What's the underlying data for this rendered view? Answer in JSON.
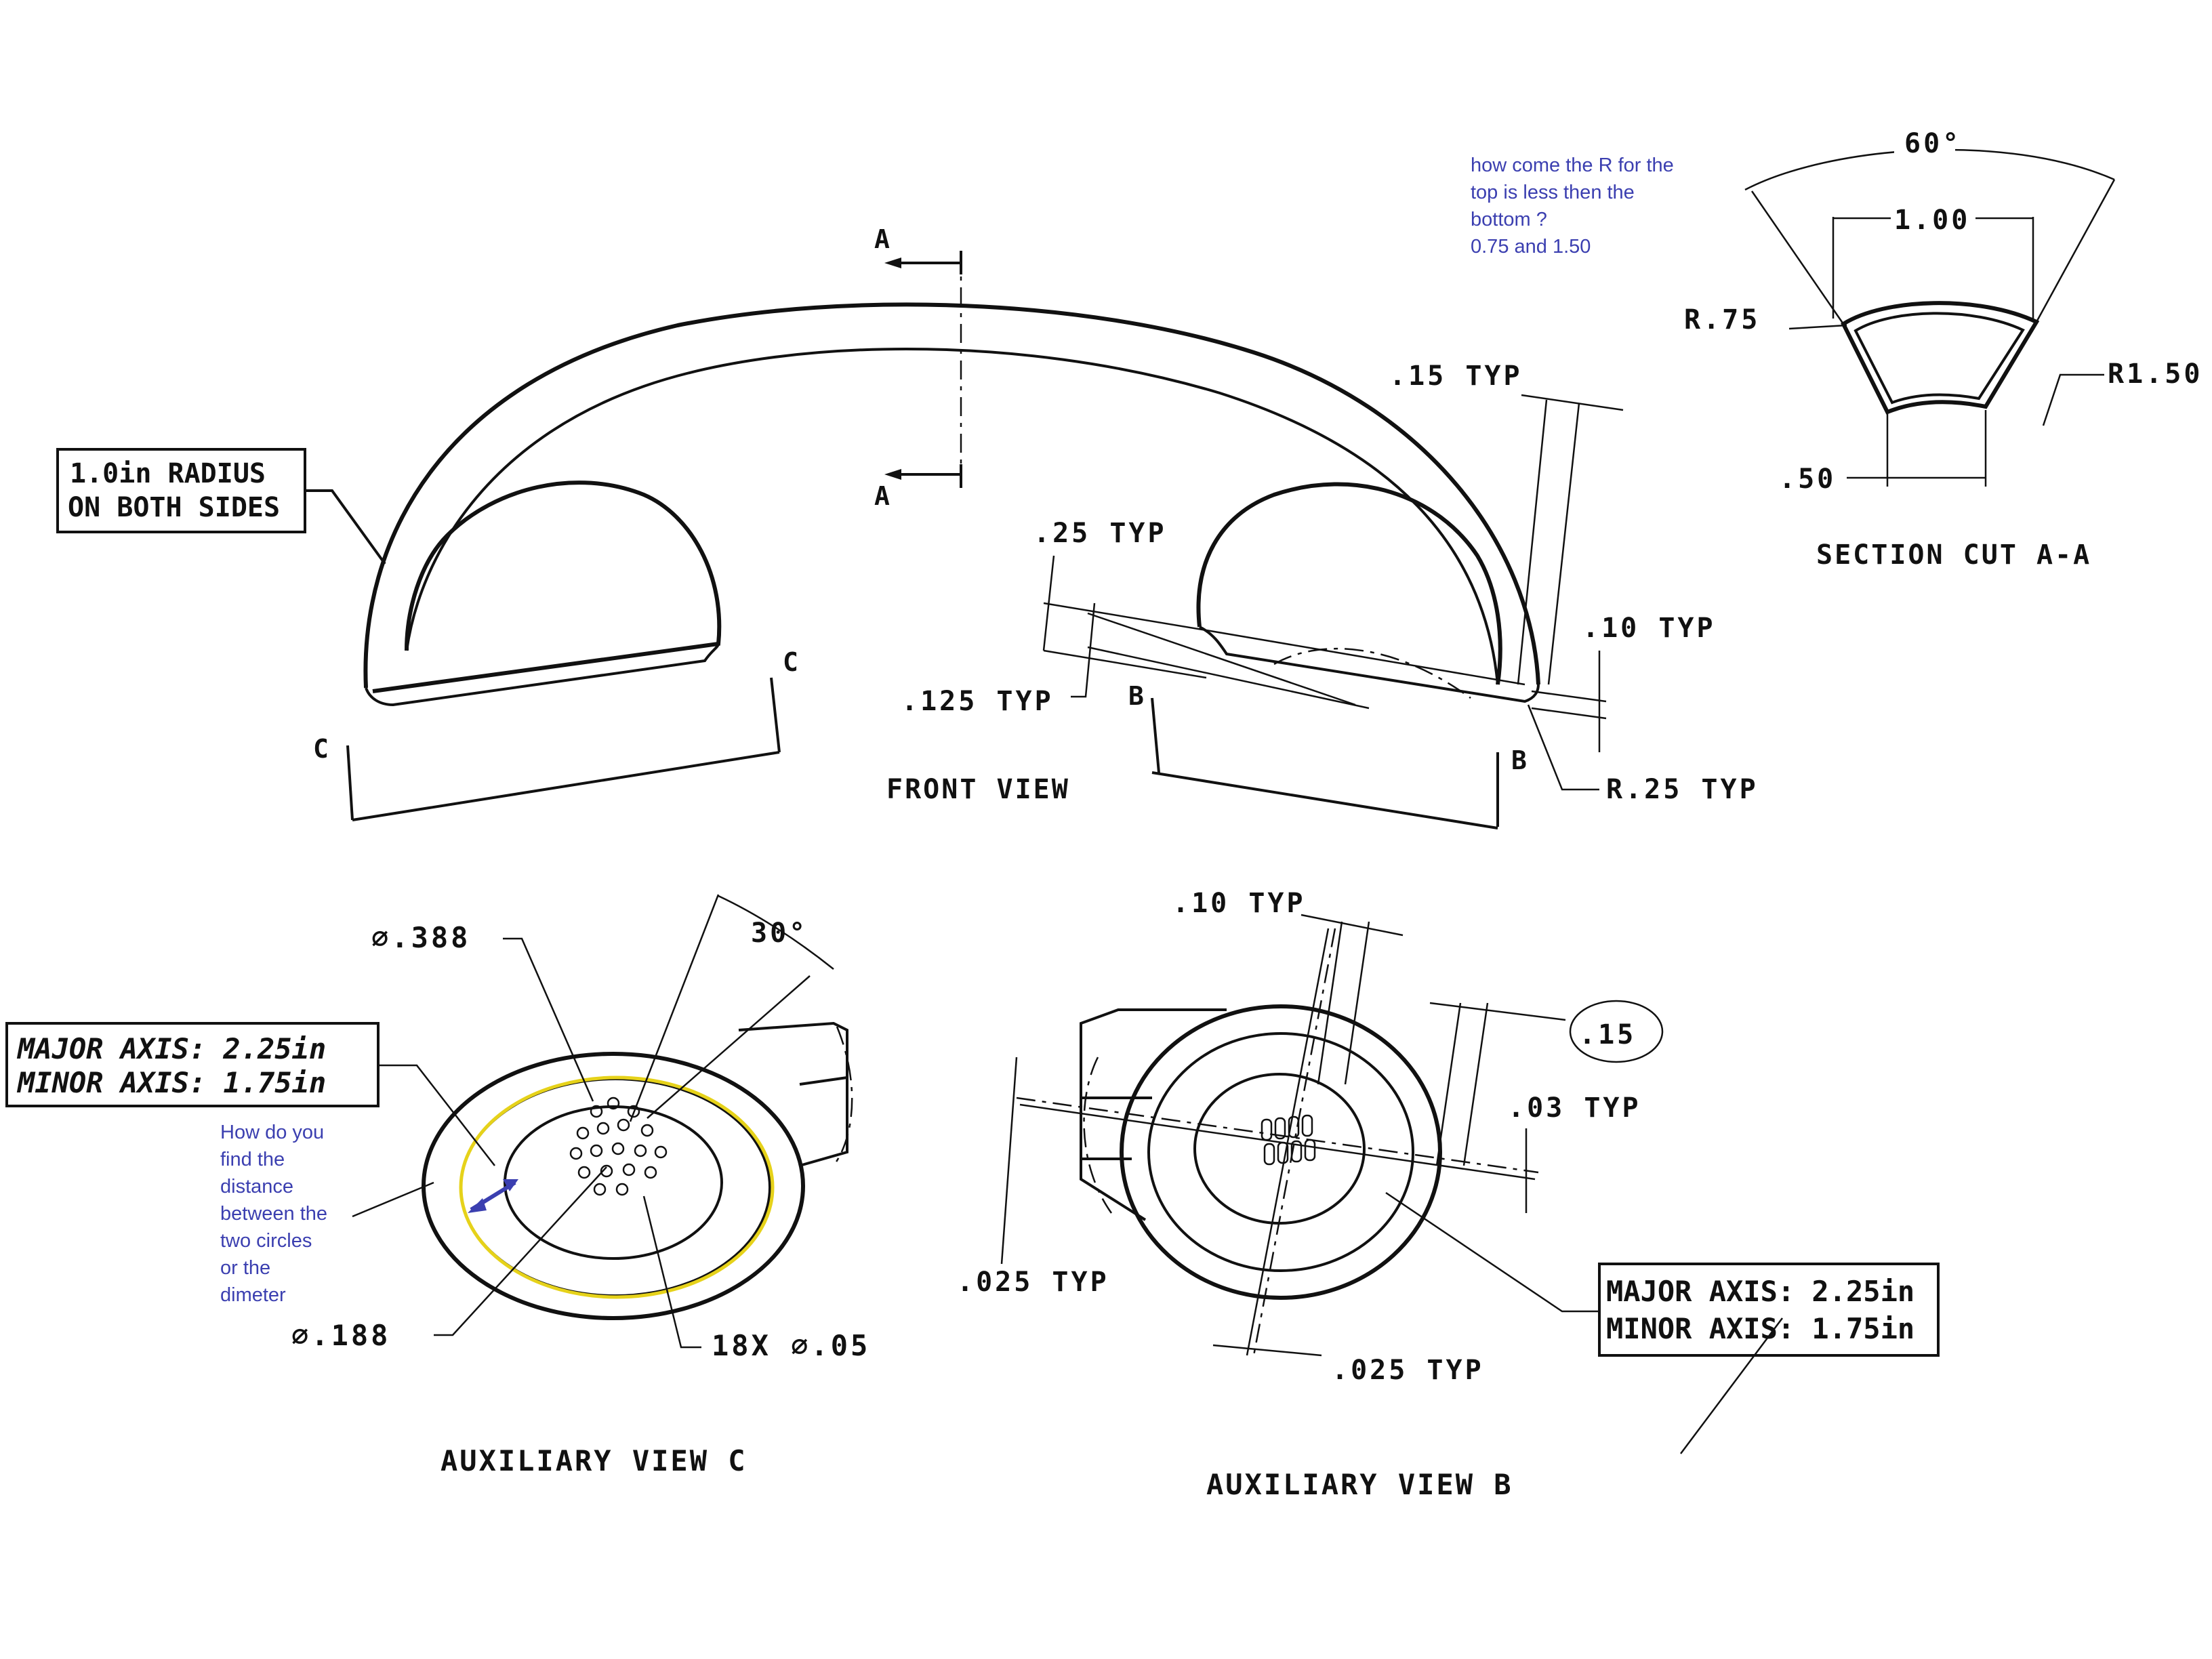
{
  "question_top": [
    "how come the R for the",
    "top is less then the",
    "bottom ?",
    "0.75 and 1.50"
  ],
  "question_side": [
    "How do you",
    "find the",
    "distance",
    "between the",
    "two circles",
    "or the",
    "dimeter"
  ],
  "note_radius": [
    "1.0in RADIUS",
    "ON BOTH SIDES"
  ],
  "ellipse_note_c": [
    "MAJOR AXIS: 2.25in",
    "MINOR AXIS: 1.75in"
  ],
  "ellipse_note_b": [
    "MAJOR AXIS: 2.25in",
    "MINOR AXIS: 1.75in"
  ],
  "front": {
    "section_a_top": "A",
    "section_a_bottom": "A",
    "dim_15_typ": ".15 TYP",
    "dim_25_typ": ".25 TYP",
    "dim_125_typ": ".125 TYP",
    "dim_10_typ": ".10 TYP",
    "r25_typ": "R.25 TYP",
    "b_left": "B",
    "b_right": "B",
    "c_left": "C",
    "c_right": "C",
    "title": "FRONT VIEW"
  },
  "section": {
    "angle": "60°",
    "width_top": "1.00",
    "r_top": "R.75",
    "r_bottom": "R1.50",
    "width_bottom": ".50",
    "title": "SECTION CUT A-A"
  },
  "aux_c": {
    "dia_388": "∅.388",
    "angle_30": "30°",
    "dia_188": "∅.188",
    "holes": "18X ∅.05",
    "title": "AUXILIARY VIEW C"
  },
  "aux_b": {
    "dim_10_typ": ".10 TYP",
    "dim_15": ".15",
    "dim_03_typ": ".03 TYP",
    "dim_025_typ_left": ".025 TYP",
    "dim_025_typ_bottom": ".025 TYP",
    "title": "AUXILIARY VIEW B"
  },
  "colors": {
    "ink": "#111111",
    "note": "#3b3fb0",
    "highlight": "#e6d21a"
  }
}
